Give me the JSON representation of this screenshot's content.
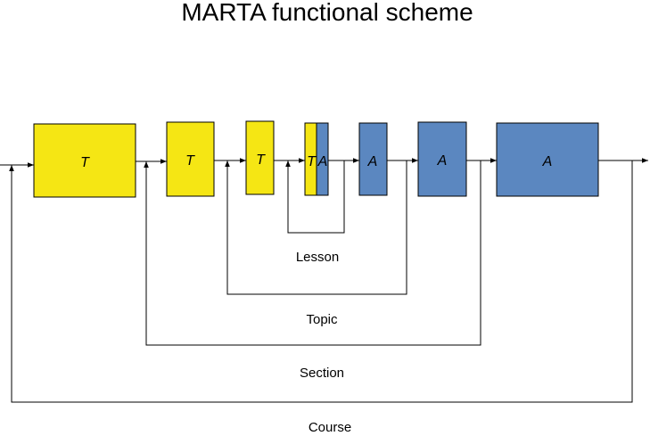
{
  "title": "MARTA functional scheme",
  "colors": {
    "teaching": "#f5e614",
    "assessment": "#5b87c0"
  },
  "blocks": [
    {
      "id": "t-course",
      "label": "T",
      "kind": "teaching"
    },
    {
      "id": "t-section",
      "label": "T",
      "kind": "teaching"
    },
    {
      "id": "t-topic",
      "label": "T",
      "kind": "teaching"
    },
    {
      "id": "t-lesson",
      "label": "T",
      "kind": "teaching"
    },
    {
      "id": "a-lesson",
      "label": "A",
      "kind": "assessment"
    },
    {
      "id": "a-topic",
      "label": "A",
      "kind": "assessment"
    },
    {
      "id": "a-section",
      "label": "A",
      "kind": "assessment"
    },
    {
      "id": "a-course",
      "label": "A",
      "kind": "assessment"
    }
  ],
  "loops": {
    "lesson": "Lesson",
    "topic": "Topic",
    "section": "Section",
    "course": "Course"
  }
}
